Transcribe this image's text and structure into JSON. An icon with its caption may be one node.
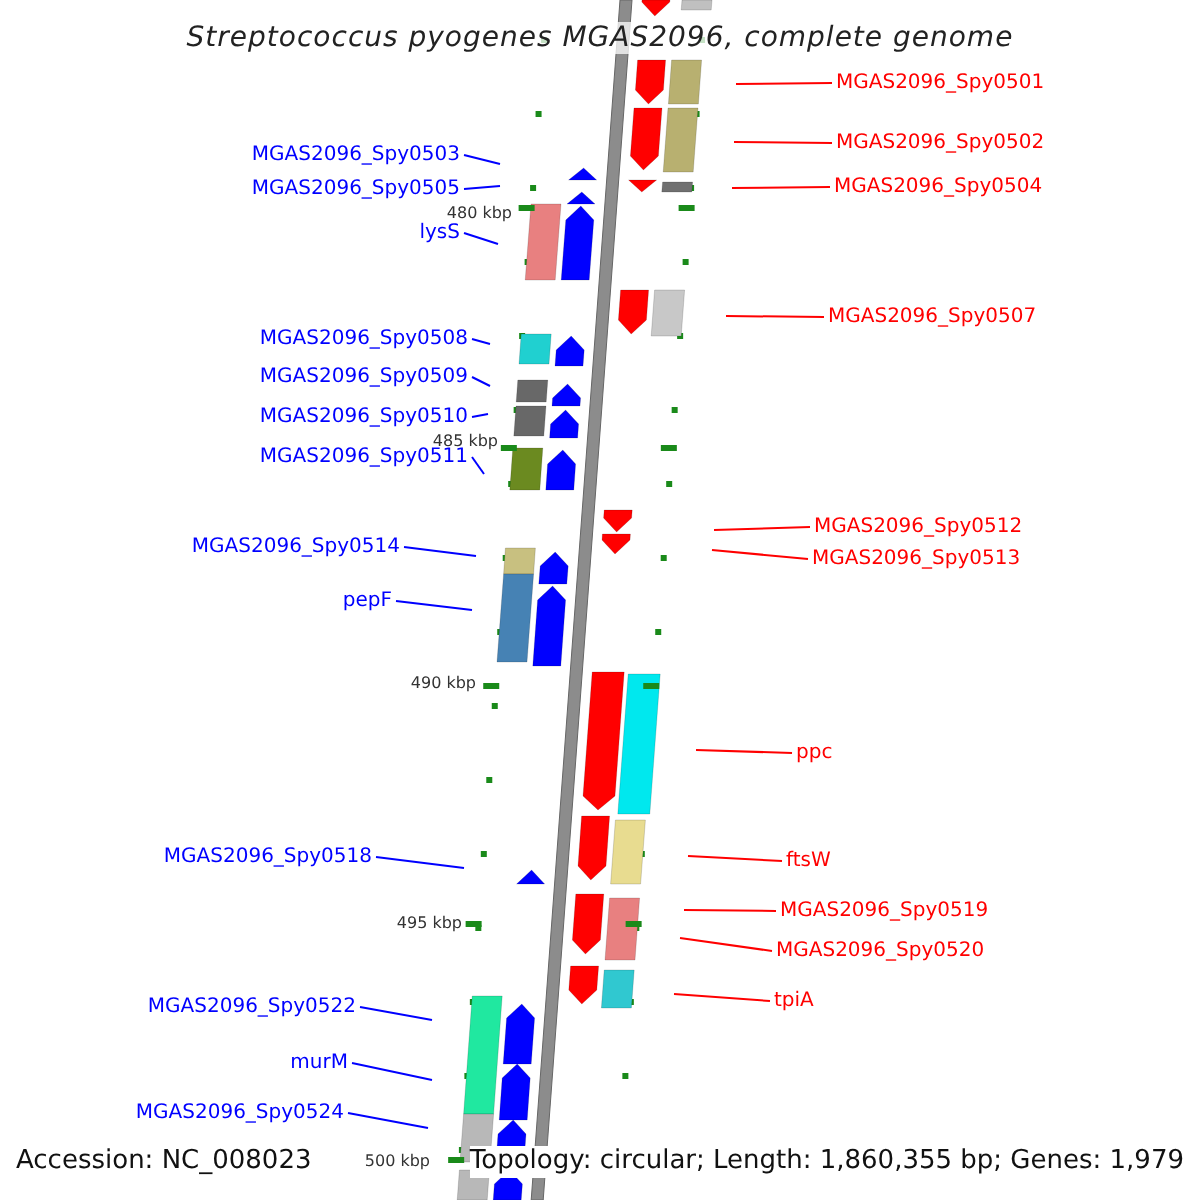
{
  "diagram": {
    "title": "Streptococcus pyogenes MGAS2096, complete genome",
    "nodes": [
      {
        "text": [
          "MGAS2096_Spy0501"
        ]
      },
      {
        "text": [
          "MGAS2096_Spy0502"
        ]
      },
      {
        "text": [
          "MGAS2096_Spy0503"
        ]
      },
      {
        "text": [
          "MGAS2096_Spy0504"
        ]
      },
      {
        "text": [
          "MGAS2096_Spy0505"
        ]
      },
      {
        "text": [
          "lysS"
        ]
      },
      {
        "text": [
          "MGAS2096_Spy0507"
        ]
      },
      {
        "text": [
          "MGAS2096_Spy0508"
        ]
      },
      {
        "text": [
          "MGAS2096_Spy0509"
        ]
      },
      {
        "text": [
          "MGAS2096_Spy0510"
        ]
      },
      {
        "text": [
          "MGAS2096_Spy0511"
        ]
      },
      {
        "text": [
          "MGAS2096_Spy0512"
        ]
      },
      {
        "text": [
          "MGAS2096_Spy0514"
        ]
      },
      {
        "text": [
          "MGAS2096_Spy0513"
        ]
      },
      {
        "text": [
          "pepF"
        ]
      },
      {
        "text": [
          "ppc"
        ]
      },
      {
        "text": [
          "MGAS2096_Spy0518"
        ]
      },
      {
        "text": [
          "ftsW"
        ]
      },
      {
        "text": [
          "MGAS2096_Spy0519"
        ]
      },
      {
        "text": [
          "MGAS2096_Spy0520"
        ]
      },
      {
        "text": [
          "tpiA"
        ]
      },
      {
        "text": [
          "MGAS2096_Spy0522"
        ]
      },
      {
        "text": [
          "murM"
        ]
      },
      {
        "text": [
          "MGAS2096_Spy0524"
        ]
      }
    ],
    "edges": [
      {
        "from": 0,
        "to": null,
        "arrow": "none",
        "color": "#ff0000"
      },
      {
        "from": 1,
        "to": null,
        "arrow": "none",
        "color": "#ff0000"
      },
      {
        "from": 2,
        "to": null,
        "arrow": "none"
      },
      {
        "from": 3,
        "to": null,
        "arrow": "none",
        "color": "#ff0000"
      },
      {
        "from": 4,
        "to": null,
        "arrow": "none"
      },
      {
        "from": 5,
        "to": null,
        "arrow": "none"
      },
      {
        "from": 6,
        "to": null,
        "arrow": "none",
        "color": "#ff0000"
      },
      {
        "from": 7,
        "to": null,
        "arrow": "none"
      },
      {
        "from": 8,
        "to": null,
        "arrow": "none"
      },
      {
        "from": 9,
        "to": null,
        "arrow": "none"
      },
      {
        "from": 10,
        "to": null,
        "arrow": "none"
      },
      {
        "from": 11,
        "to": null,
        "arrow": "none",
        "color": "#ff0000"
      },
      {
        "from": 12,
        "to": null,
        "arrow": "none"
      },
      {
        "from": 13,
        "to": null,
        "arrow": "none",
        "color": "#ff0000"
      },
      {
        "from": 14,
        "to": null,
        "arrow": "none"
      },
      {
        "from": 15,
        "to": null,
        "arrow": "none",
        "color": "#ff0000"
      },
      {
        "from": 16,
        "to": null,
        "arrow": "none"
      },
      {
        "from": 17,
        "to": null,
        "arrow": "none",
        "color": "#ff0000"
      },
      {
        "from": 18,
        "to": null,
        "arrow": "none",
        "color": "#ff0000"
      },
      {
        "from": 19,
        "to": null,
        "arrow": "none",
        "color": "#ff0000"
      },
      {
        "from": 20,
        "to": null,
        "arrow": "none",
        "color": "#ff0000"
      },
      {
        "from": 21,
        "to": null,
        "arrow": "none"
      },
      {
        "from": 22,
        "to": null,
        "arrow": "none"
      },
      {
        "from": 23,
        "to": null,
        "arrow": "none"
      }
    ],
    "labels": [
      "480 kbp",
      "485 kbp",
      "490 kbp",
      "495 kbp",
      "500 kbp",
      "Accession: NC_008023",
      "Topology: circular; Length: 1,860,355 bp; Genes: 1,979"
    ]
  }
}
